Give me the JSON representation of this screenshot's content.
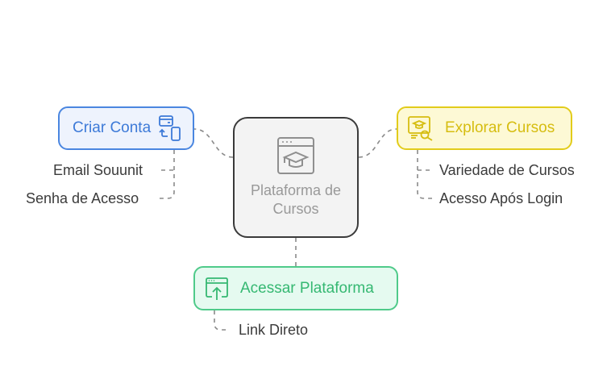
{
  "diagram": {
    "center": {
      "label": "Plataforma de Cursos",
      "icon": "browser-graduation-cap-icon"
    },
    "branches": [
      {
        "id": "criar",
        "label": "Criar Conta",
        "icon": "card-phone-sync-icon",
        "color": "#4a86e0",
        "children": [
          "Email Souunit",
          "Senha de Acesso"
        ]
      },
      {
        "id": "explorar",
        "label": "Explorar Cursos",
        "icon": "course-search-icon",
        "color": "#e2cc1b",
        "children": [
          "Variedade de Cursos",
          "Acesso Após Login"
        ]
      },
      {
        "id": "acessar",
        "label": "Acessar Plataforma",
        "icon": "browser-upload-icon",
        "color": "#4fca8a",
        "children": [
          "Link Direto"
        ]
      }
    ]
  }
}
